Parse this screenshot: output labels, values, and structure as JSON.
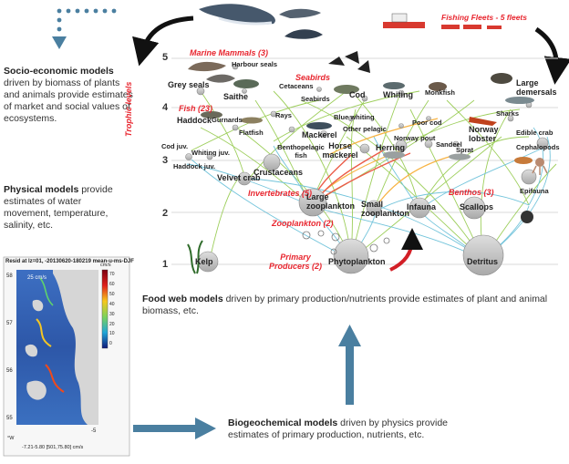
{
  "left_panel": {
    "socio": {
      "title": "Socio-economic models",
      "body": "driven by biomass of plants and animals provide estimates of market and social values of ecosystems."
    },
    "physical": {
      "title": "Physical models",
      "body": "provide estimates of water movement, temperature, salinity, etc."
    }
  },
  "map": {
    "title": "Resid at lz=01, -20130620-180219 mean-u-ms-DJF",
    "scale_unit": "cm/s",
    "scale_ticks": [
      "70",
      "60",
      "50",
      "40",
      "30",
      "20",
      "10",
      "0"
    ],
    "speed_label": "25 cm/s",
    "lat_ticks": [
      "58",
      "57",
      "56",
      "55"
    ],
    "lon_ticks": [
      "-5"
    ],
    "footer": "-7.21-5.80 [501,75.80] cm/s",
    "corner": "°W"
  },
  "bottom": {
    "food_web": {
      "title": "Food web models",
      "body": "driven by primary production/nutrients provide estimates of plant and animal biomass, etc."
    },
    "biogeo": {
      "title": "Biogeochemical models",
      "body": "driven by physics provide estimates of primary production, nutrients, etc."
    }
  },
  "diagram": {
    "trophic_label": "Trophic levels",
    "levels": [
      "5",
      "4",
      "3",
      "2",
      "1"
    ],
    "groups": {
      "marine_mammals": "Marine Mammals (3)",
      "seabirds": "Seabirds",
      "fish": "Fish (23)",
      "invertebrates": "Invertebrates (5)",
      "zooplankton": "Zooplankton (2)",
      "primary": "Primary Producers (2)",
      "benthos": "Benthos (3)",
      "fleets": "Fishing Fleets - 5 fleets"
    },
    "species": {
      "harbour_seals": "Harbour seals",
      "grey_seals": "Grey seals",
      "cetaceans": "Cetaceans",
      "saithe": "Saithe",
      "seabirds_small": "Seabirds",
      "cod": "Cod",
      "whiting": "Whiting",
      "monkfish": "Monkfish",
      "large_demersals": "Large demersals",
      "haddock": "Haddock",
      "gurnards": "Gurnards",
      "rays": "Rays",
      "blue_whiting": "Blue whiting",
      "poor_cod": "Poor cod",
      "sharks": "Sharks",
      "norway_lobster": "Norway lobster",
      "flatfish": "Flatfish",
      "other_pelagic": "Other pelagic",
      "mackerel": "Mackerel",
      "benthopelagic": "Benthopelagic fish",
      "norway_pout": "Norway pout",
      "edible_crab": "Edible crab",
      "cod_juv": "Cod juv.",
      "whiting_juv": "Whiting juv.",
      "horse_mackerel": "Horse mackerel",
      "herring": "Herring",
      "sandeel": "Sandeel",
      "sprat": "Sprat",
      "cephalopods": "Cephalopods",
      "haddock_juv": "Haddock juv.",
      "crustaceans": "Crustaceans",
      "velvet_crab": "Velvet crab",
      "epifauna": "Epifauna",
      "large_zoo": "Large zooplankton",
      "small_zoo": "Small zooplankton",
      "infauna": "Infauna",
      "scallops": "Scallops",
      "kelp": "Kelp",
      "phytoplankton": "Phytoplankton",
      "detritus": "Detritus"
    }
  },
  "colors": {
    "arrow_blue": "#4a7fa0",
    "group_red": "#e8262f",
    "line_green": "#8cc63f",
    "line_blue": "#5bbad5",
    "node_grey": "#c8c8c8"
  }
}
